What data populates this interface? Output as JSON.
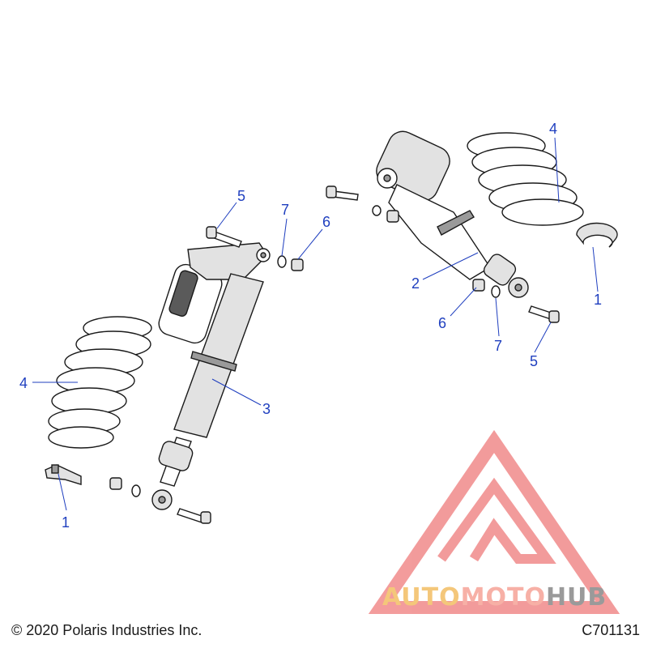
{
  "callouts": {
    "left_assembly": {
      "spring_clip": "1",
      "shock": "3",
      "spring": "4",
      "bolt": "5",
      "nut": "6",
      "washer": "7"
    },
    "right_assembly": {
      "spring_clip": "1",
      "shock": "2",
      "spring": "4",
      "bolt": "5",
      "nut": "6",
      "washer": "7"
    }
  },
  "footer": {
    "copyright": "© 2020 Polaris Industries Inc.",
    "drawing_code": "C701131"
  },
  "watermark": {
    "brand_part1": "AUTO",
    "brand_part2": "MOTO",
    "brand_part3": "HUB"
  },
  "colors": {
    "callout": "#1f3fbf",
    "linework": "#1a1a1a",
    "watermark_red": "#e94b4b",
    "watermark_orange": "#f4c77a",
    "watermark_gray": "#9a9a9a"
  }
}
